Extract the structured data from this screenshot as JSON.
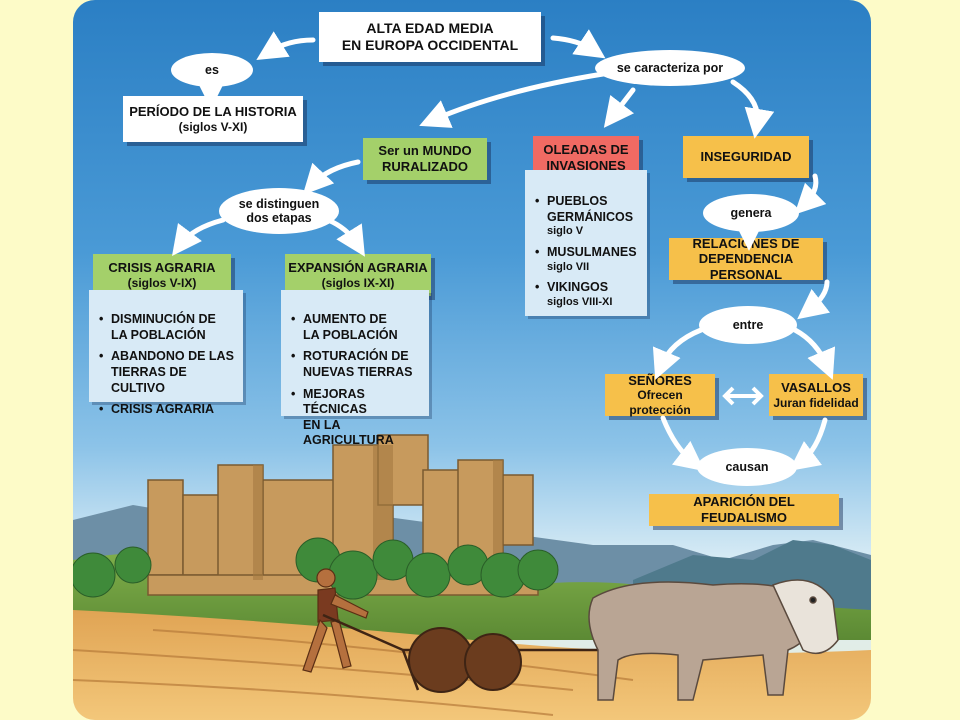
{
  "diagram": {
    "title_line1": "ALTA EDAD MEDIA",
    "title_line2": "EN EUROPA OCCIDENTAL",
    "link_es": "es",
    "periodo_line1": "PERÍODO DE LA HISTORIA",
    "periodo_line2": "(siglos V-XI)",
    "link_caracteriza": "se caracteriza por",
    "rural_line1": "Ser un MUNDO",
    "rural_line2": "RURALIZADO",
    "oleadas_line1": "OLEADAS DE",
    "oleadas_line2": "INVASIONES",
    "inseguridad": "INSEGURIDAD",
    "link_etapas_line1": "se distinguen",
    "link_etapas_line2": "dos etapas",
    "crisis_line1": "CRISIS AGRARIA",
    "crisis_line2": "(siglos V-IX)",
    "expansion_line1": "EXPANSIÓN AGRARIA",
    "expansion_line2": "(siglos IX-XI)",
    "crisis_items": [
      [
        "DISMINUCIÓN DE",
        "LA POBLACIÓN"
      ],
      [
        "ABANDONO DE LAS",
        "TIERRAS DE CULTIVO"
      ],
      [
        "CRISIS AGRARIA"
      ]
    ],
    "expansion_items": [
      [
        "AUMENTO DE",
        "LA POBLACIÓN"
      ],
      [
        "ROTURACIÓN DE",
        "NUEVAS TIERRAS"
      ],
      [
        "MEJORAS TÉCNICAS",
        "EN LA AGRICULTURA"
      ]
    ],
    "invasiones_items": [
      [
        "PUEBLOS",
        "GERMÁNICOS",
        "siglo V"
      ],
      [
        "MUSULMANES",
        "siglo VII"
      ],
      [
        "VIKINGOS",
        "siglos VIII-XI"
      ]
    ],
    "link_genera": "genera",
    "relaciones_line1": "RELACIONES DE",
    "relaciones_line2": "DEPENDENCIA PERSONAL",
    "link_entre": "entre",
    "senores_line1": "SEÑORES",
    "senores_line2": "Ofrecen protección",
    "vasallos_line1": "VASALLOS",
    "vasallos_line2": "Juran fidelidad",
    "link_causan": "causan",
    "feudalismo": "APARICIÓN DEL FEUDALISMO"
  },
  "colors": {
    "background": "#fdfbc8",
    "sky": "#2b7fc4",
    "green_box": "#a4d06a",
    "red_box": "#f06a63",
    "orange_box": "#f6c04a",
    "list_bg": "#d8eaf6"
  }
}
